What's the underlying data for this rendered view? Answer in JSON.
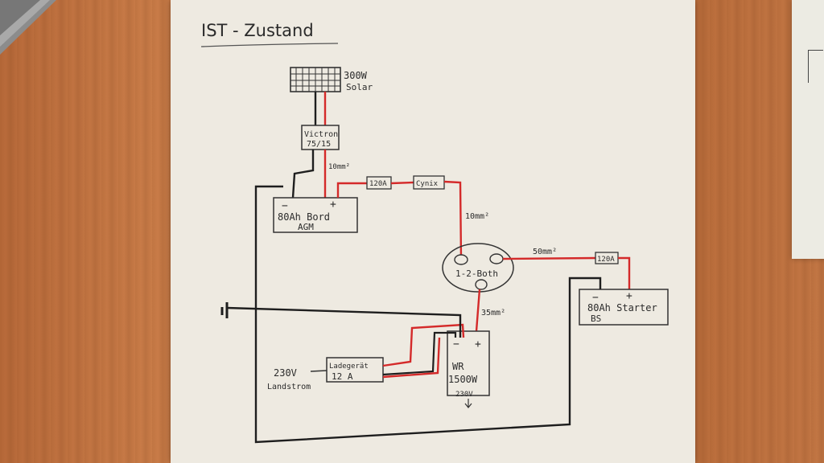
{
  "title": "IST - Zustand",
  "labels": {
    "solar_power": "300W",
    "solar_name": "Solar",
    "controller_line1": "Victron",
    "controller_line2": "75/15",
    "wire_solar_to_battery": "10mm²",
    "fuse_main": "120A",
    "cynix": "Cynix",
    "wire_to_switch": "10mm²",
    "battery_bord_line1": "80Ah Bord",
    "battery_bord_line2": "AGM",
    "switch_name": "1-2-Both",
    "wire_to_starter": "50mm²",
    "fuse_starter": "120A",
    "battery_starter_line1": "80Ah Starter",
    "battery_starter_line2": "BS",
    "wire_to_inverter": "35mm²",
    "inverter_line1": "WR",
    "inverter_line2": "1500W",
    "inverter_output": "230V",
    "charger_line1": "Ladegerät",
    "charger_line2": "12 A",
    "shore_line1": "230V",
    "shore_line2": "Landstrom",
    "minus": "−",
    "plus": "+"
  },
  "colors": {
    "positive_wire": "#d42a2a",
    "negative_wire": "#1e1e1e",
    "pencil": "#2b2b2b",
    "paper": "#eeeae1"
  }
}
